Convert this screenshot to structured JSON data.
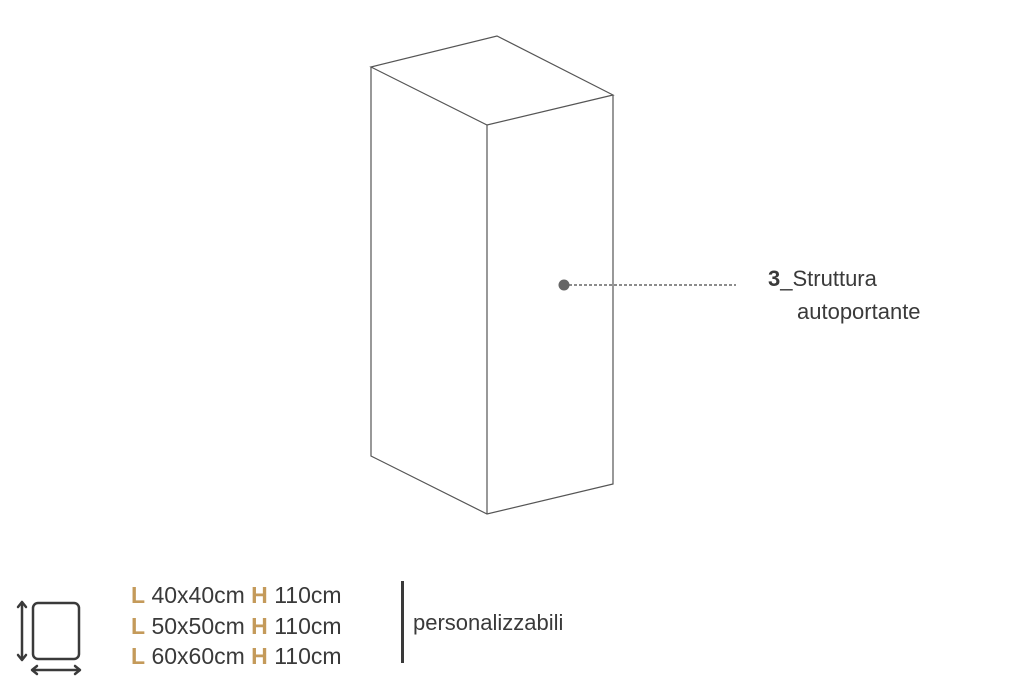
{
  "colors": {
    "accent": "#c49a5a",
    "text": "#3a3a3a",
    "line": "#555555"
  },
  "callout": {
    "number": "3",
    "separator": "_",
    "line1": "Struttura",
    "line2": "autoportante"
  },
  "dimensions": {
    "icon": "footprint-dimension-icon",
    "rows": [
      {
        "l_label": "L",
        "l_value": "40x40cm",
        "h_label": "H",
        "h_value": "110cm"
      },
      {
        "l_label": "L",
        "l_value": "50x50cm",
        "h_label": "H",
        "h_value": "110cm"
      },
      {
        "l_label": "L",
        "l_value": "60x60cm",
        "h_label": "H",
        "h_value": "110cm"
      }
    ],
    "note": "personalizzabili"
  }
}
